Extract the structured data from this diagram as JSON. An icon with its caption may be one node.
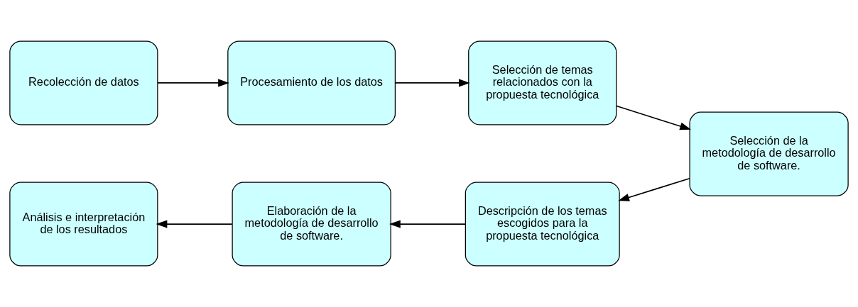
{
  "diagram": {
    "nodes": [
      {
        "text": [
          "Recolección de datos"
        ]
      },
      {
        "text": [
          "Procesamiento de los datos"
        ]
      },
      {
        "text": [
          "Selección de temas relacionados con la propuesta tecnológica"
        ]
      },
      {
        "text": [
          "Selección de la metodología de desarrollo de software."
        ]
      },
      {
        "text": [
          "Descripción de los temas escogidos para la propuesta tecnológica"
        ]
      },
      {
        "text": [
          "Elaboración de la metodología de desarrollo de software."
        ]
      },
      {
        "text": [
          "Análisis e interpretación de los resultados"
        ]
      }
    ],
    "edges": [
      {
        "from": 0,
        "to": 1,
        "arrow": "to"
      },
      {
        "from": 1,
        "to": 2,
        "arrow": "to"
      },
      {
        "from": 2,
        "to": 3,
        "arrow": "to"
      },
      {
        "from": 3,
        "to": 4,
        "arrow": "to"
      },
      {
        "from": 4,
        "to": 5,
        "arrow": "to"
      },
      {
        "from": 5,
        "to": 6,
        "arrow": "to"
      }
    ]
  }
}
